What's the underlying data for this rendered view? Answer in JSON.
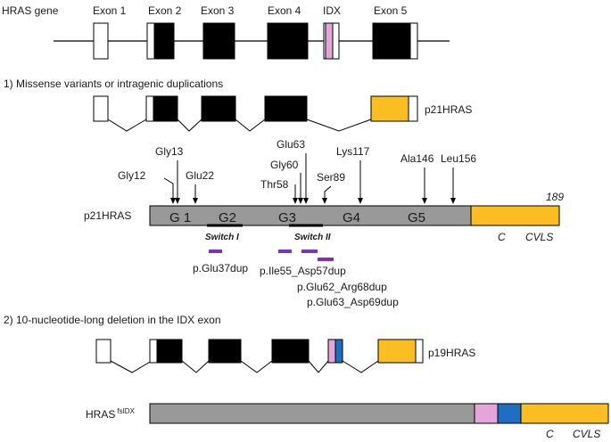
{
  "gene": {
    "label": "HRAS gene",
    "exon_labels": [
      "Exon 1",
      "Exon 2",
      "Exon 3",
      "Exon 4",
      "IDX",
      "Exon 5"
    ]
  },
  "section1": {
    "title": "1) Missense variants or intragenic duplications",
    "transcript_label": "p21HRAS"
  },
  "protein21": {
    "label": "p21HRAS",
    "length_label": "189",
    "domains": [
      "G 1",
      "G2",
      "G3",
      "G4",
      "G5"
    ],
    "switch_labels": [
      "Switch I",
      "Switch II"
    ],
    "c_label": "C",
    "cvls_label": "CVLS",
    "mutations": [
      "Gly12",
      "Gly13",
      "Glu22",
      "Thr58",
      "Gly60",
      "Glu63",
      "Ser89",
      "Lys117",
      "Ala146",
      "Leu156"
    ],
    "duplications": [
      "p.Glu37dup",
      "p.Ile55_Asp57dup",
      "p.Glu62_Arg68dup",
      "p.Glu63_Asp69dup"
    ]
  },
  "section2": {
    "title": "2) 10-nucleotide-long deletion in the IDX exon",
    "transcript_label": "p19HRAS"
  },
  "protein_fs": {
    "label": "HRAS",
    "superscript": "fsIDX",
    "c_label": "C",
    "cvls_label": "CVLS"
  },
  "colors": {
    "coding": "#000000",
    "gray": "#999999",
    "yellow": "#fbbe22",
    "pink": "#e3a6d6",
    "blue": "#1f6ec2",
    "purple": "#7a35b0"
  }
}
